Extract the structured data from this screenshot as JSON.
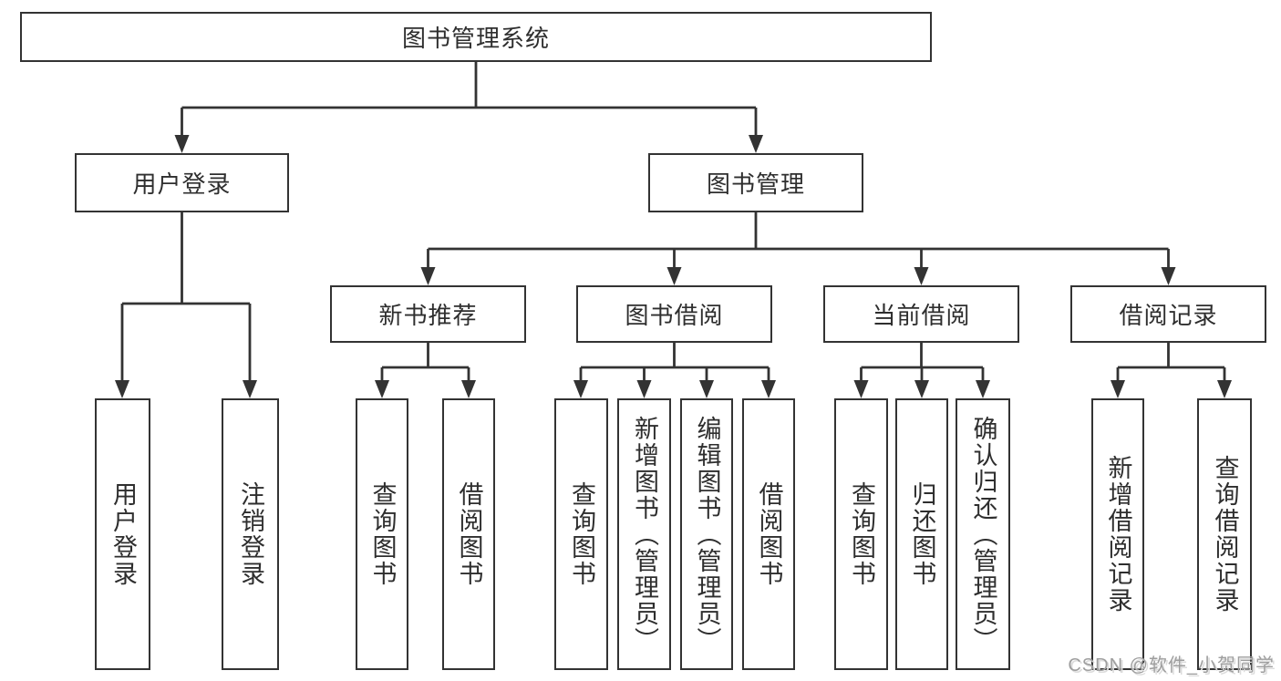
{
  "tree": {
    "label": "图书管理系统",
    "children": [
      {
        "label": "用户登录",
        "children": [
          {
            "label": "用户登录"
          },
          {
            "label": "注销登录"
          }
        ]
      },
      {
        "label": "图书管理",
        "children": [
          {
            "label": "新书推荐",
            "children": [
              {
                "label": "查询图书"
              },
              {
                "label": "借阅图书"
              }
            ]
          },
          {
            "label": "图书借阅",
            "children": [
              {
                "label": "查询图书"
              },
              {
                "label": "新增图书（管理员）"
              },
              {
                "label": "编辑图书（管理员）"
              },
              {
                "label": "借阅图书"
              }
            ]
          },
          {
            "label": "当前借阅",
            "children": [
              {
                "label": "查询图书"
              },
              {
                "label": "归还图书"
              },
              {
                "label": "确认归还（管理员）"
              }
            ]
          },
          {
            "label": "借阅记录",
            "children": [
              {
                "label": "新增借阅记录"
              },
              {
                "label": "查询借阅记录"
              }
            ]
          }
        ]
      }
    ]
  },
  "watermark": {
    "text": "CSDN @软件_小贺同学"
  },
  "colors": {
    "line": "#333333",
    "text": "#2e2e2e",
    "watermark": "#9e9e9e",
    "background": "#ffffff"
  }
}
